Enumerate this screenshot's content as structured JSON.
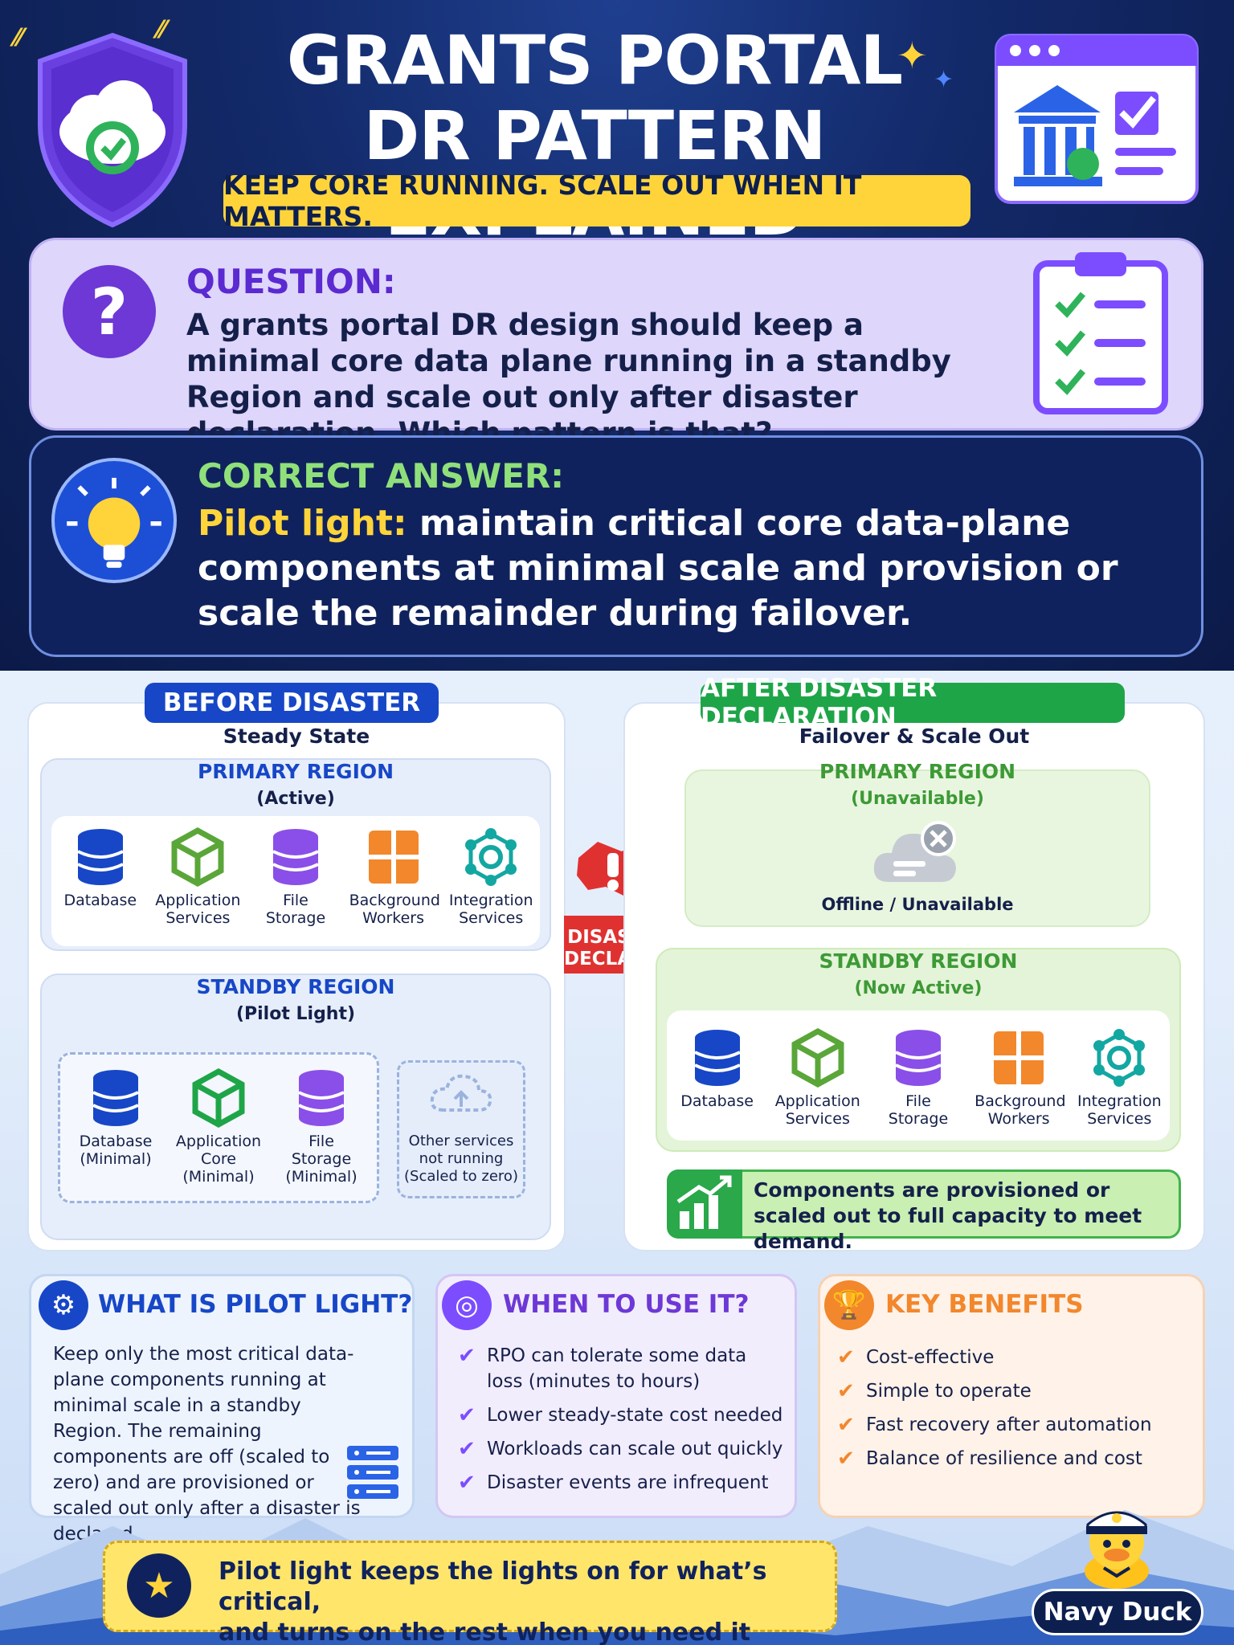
{
  "header": {
    "title_line1": "GRANTS PORTAL",
    "title_line2": "DR PATTERN EXPLAINED",
    "tagline": "KEEP CORE RUNNING. SCALE OUT WHEN IT MATTERS."
  },
  "question": {
    "badge": "?",
    "label": "QUESTION:",
    "text": "A grants portal DR design should keep a minimal core data plane running in a standby Region and scale out only after disaster declaration. Which pattern is that?"
  },
  "answer": {
    "label": "CORRECT ANSWER:",
    "highlight": "Pilot light:",
    "text": " maintain critical core data-plane components at minimal scale and provision or scale the remainder during failover."
  },
  "before": {
    "pill": "BEFORE DISASTER",
    "subtitle": "Steady State",
    "primary": {
      "title": "PRIMARY REGION",
      "status": "(Active)",
      "services": [
        {
          "line1": "Database",
          "line2": ""
        },
        {
          "line1": "Application",
          "line2": "Services"
        },
        {
          "line1": "File",
          "line2": "Storage"
        },
        {
          "line1": "Background",
          "line2": "Workers"
        },
        {
          "line1": "Integration",
          "line2": "Services"
        }
      ]
    },
    "standby": {
      "title": "STANDBY REGION",
      "status": "(Pilot Light)",
      "services": [
        {
          "line1": "Database",
          "line2": "(Minimal)",
          "line3": ""
        },
        {
          "line1": "Application",
          "line2": "Core",
          "line3": "(Minimal)"
        },
        {
          "line1": "File",
          "line2": "Storage",
          "line3": "(Minimal)"
        }
      ],
      "other_line1": "Other services",
      "other_line2": "not running",
      "other_line3": "(Scaled to zero)"
    }
  },
  "disaster": {
    "line1": "DISASTER",
    "line2": "DECLARED"
  },
  "after": {
    "pill": "AFTER DISASTER DECLARATION",
    "subtitle": "Failover & Scale Out",
    "primary": {
      "title": "PRIMARY REGION",
      "status": "(Unavailable)",
      "offline": "Offline / Unavailable"
    },
    "standby": {
      "title": "STANDBY REGION",
      "status": "(Now Active)",
      "services": [
        {
          "line1": "Database",
          "line2": ""
        },
        {
          "line1": "Application",
          "line2": "Services"
        },
        {
          "line1": "File",
          "line2": "Storage"
        },
        {
          "line1": "Background",
          "line2": "Workers"
        },
        {
          "line1": "Integration",
          "line2": "Services"
        }
      ]
    },
    "scale_text": "Components are provisioned or scaled out to full capacity to meet demand."
  },
  "cards": {
    "what": {
      "title": "WHAT IS PILOT LIGHT?",
      "body": "Keep only the most critical data-plane components running at minimal scale in a standby Region. The remaining components are off (scaled to zero) and are provisioned or scaled out only after a disaster is declared."
    },
    "when": {
      "title": "WHEN TO USE IT?",
      "items": [
        "RPO can tolerate some data loss (minutes to hours)",
        "Lower steady-state cost needed",
        "Workloads can scale out quickly",
        "Disaster events are infrequent"
      ]
    },
    "benefits": {
      "title": "KEY BENEFITS",
      "items": [
        "Cost-effective",
        "Simple to operate",
        "Fast recovery after automation",
        "Balance of resilience and cost"
      ]
    }
  },
  "footer": {
    "text_line1": "Pilot light keeps the lights on for what’s critical,",
    "text_line2": "and turns on the rest when you need it most.",
    "brand": "Navy Duck"
  },
  "colors": {
    "navy": "#0b1a48",
    "accent_yellow": "#ffd43b",
    "purple": "#6d38d6",
    "blue": "#1747c7",
    "green": "#1ea548",
    "orange": "#f2872c",
    "red": "#e03131"
  },
  "icons": [
    "shield-cloud-icon",
    "government-building-icon",
    "clipboard-checklist-icon",
    "lightbulb-icon",
    "database-icon",
    "cube-icon",
    "storage-icon",
    "grid-icon",
    "network-icon",
    "cloud-offline-icon",
    "alert-icon",
    "growth-chart-icon",
    "gear-icon",
    "target-icon",
    "trophy-icon",
    "server-icon",
    "star-icon",
    "duck-mascot-icon"
  ]
}
